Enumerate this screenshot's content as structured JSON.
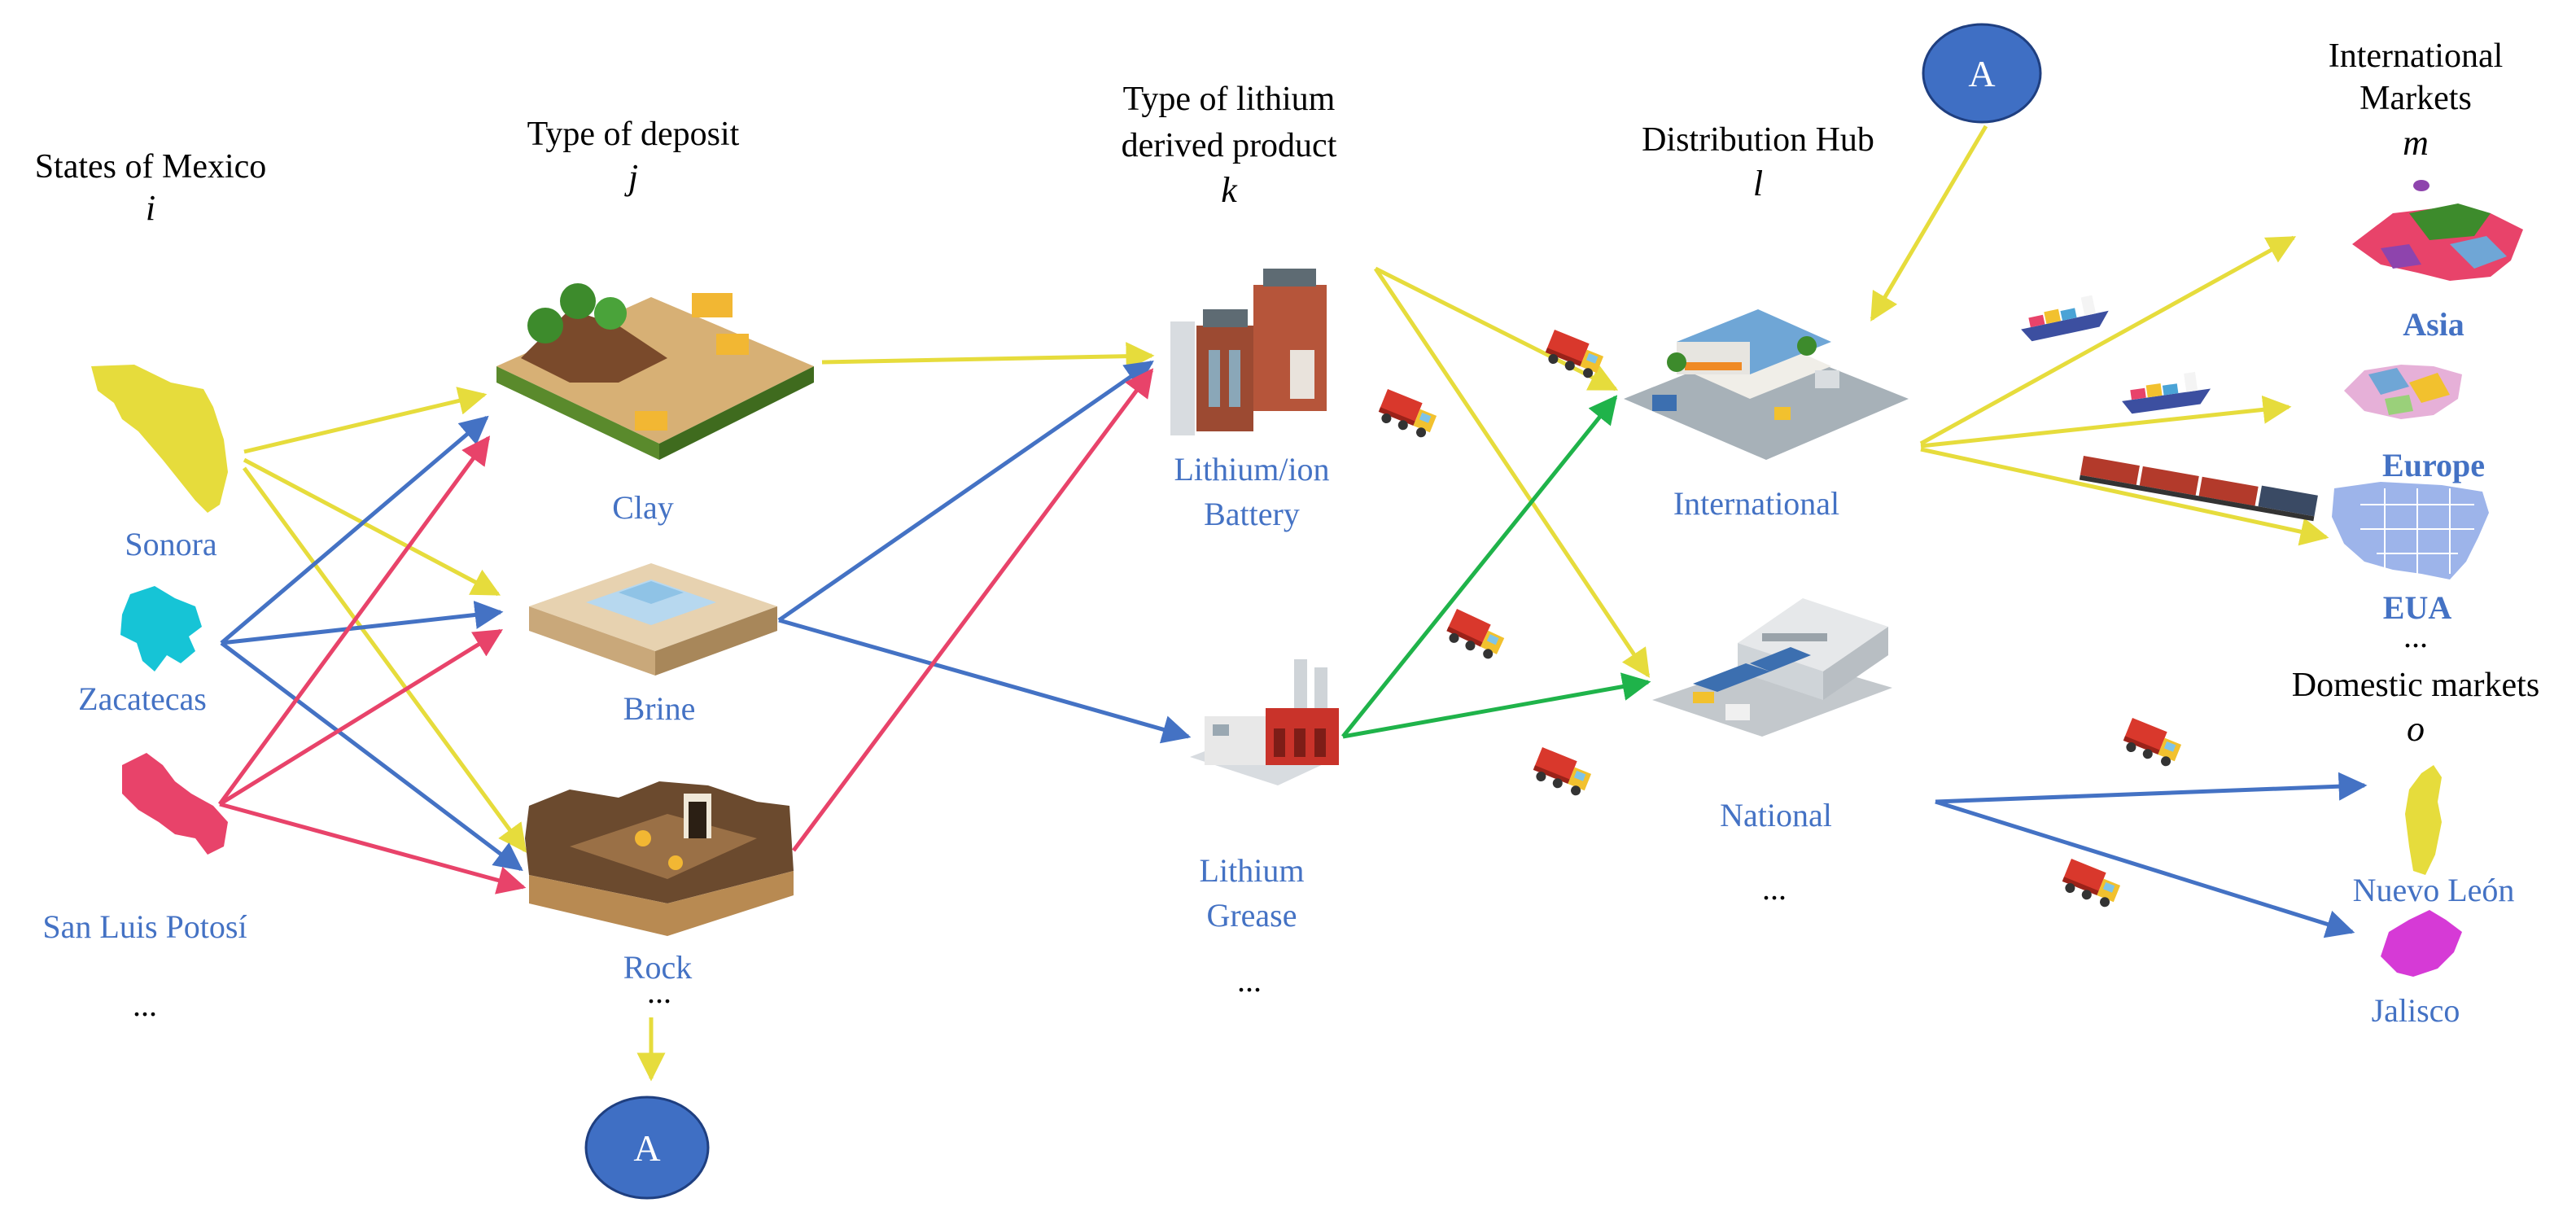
{
  "headers": {
    "states": "States of Mexico",
    "states_var": "i",
    "deposit": "Type of deposit",
    "deposit_var": "j",
    "product_line1": "Type of lithium",
    "product_line2": "derived product",
    "product_var": "k",
    "hub": "Distribution Hub",
    "hub_var": "l",
    "intl_line1": "International",
    "intl_line2": "Markets",
    "intl_var": "m",
    "domestic": "Domestic markets",
    "domestic_var": "o"
  },
  "states": [
    "Sonora",
    "Zacatecas",
    "San Luis Potosí"
  ],
  "deposits": [
    "Clay",
    "Brine",
    "Rock"
  ],
  "products": {
    "battery_line1": "Lithium/ion",
    "battery_line2": "Battery",
    "grease_line1": "Lithium",
    "grease_line2": "Grease"
  },
  "hubs": [
    "International",
    "National"
  ],
  "international_markets": [
    "Asia",
    "Europe",
    "EUA"
  ],
  "domestic_markets": [
    "Nuevo León",
    "Jalisco"
  ],
  "ellipsis": "...",
  "connector_label": "A",
  "colors": {
    "sonora": "#e6dc3c",
    "zacatecas": "#4472c4",
    "slp": "#e8436a",
    "hub_green": "#1fb34a",
    "label_blue": "#4472c4",
    "connector_fill": "#3f6fc4"
  }
}
